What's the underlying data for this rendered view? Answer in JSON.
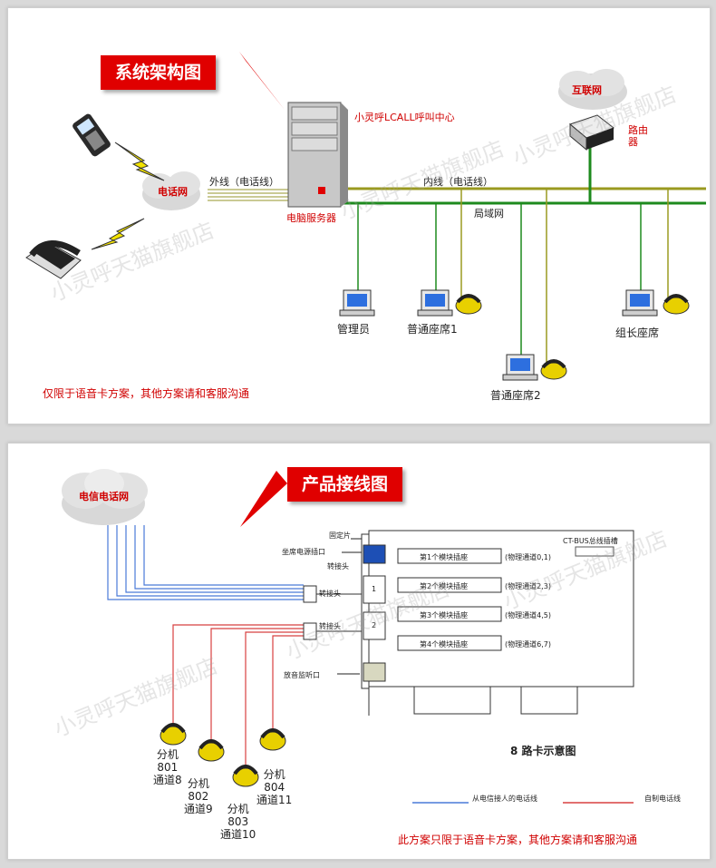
{
  "panel1": {
    "title": "系统架构图",
    "server_label": "小灵呼LCALL呼叫中心",
    "server_caption": "电脑服务器",
    "phone_network": "电话网",
    "internet": "互联网",
    "router": "路由\n器",
    "outer_line": "外线（电话线）",
    "inner_line": "内线（电话线）",
    "lan": "局域网",
    "admin": "管理员",
    "seat1": "普通座席1",
    "seat2": "普通座席2",
    "leader": "组长座席",
    "note": "仅限于语音卡方案，其他方案请和客服沟通",
    "watermark": "小灵呼天猫旗舰店"
  },
  "panel2": {
    "title": "产品接线图",
    "telecom_network": "电信电话网",
    "fixing_plate": "固定片",
    "power_socket": "坐席电源插口",
    "adapter_a": "转接头",
    "adapter_b": "转接头",
    "adapter_c": "转接头",
    "port1": "1",
    "port2": "2",
    "playback_port": "放音监听口",
    "ctbus": "CT-BUS总线插槽",
    "slots": [
      {
        "name": "第1个模块插座",
        "channel": "(物理通道0,1)"
      },
      {
        "name": "第2个模块插座",
        "channel": "(物理通道2,3)"
      },
      {
        "name": "第3个模块插座",
        "channel": "(物理通道4,5)"
      },
      {
        "name": "第4个模块插座",
        "channel": "(物理通道6,7)"
      }
    ],
    "card_caption": "8 路卡示意图",
    "ext801": [
      "分机",
      "801",
      "通道8"
    ],
    "ext802": [
      "分机",
      "802",
      "通道9"
    ],
    "ext803": [
      "分机",
      "803",
      "通道10"
    ],
    "ext804": [
      "分机",
      "804",
      "通道11"
    ],
    "legend_blue": "从电信接人的电话线",
    "legend_red": "自制电话线",
    "note": "此方案只限于语音卡方案，其他方案请和客服沟通",
    "watermark": "小灵呼天猫旗舰店"
  },
  "colors": {
    "accent_red": "#e00000",
    "green_line": "#1d8a1d",
    "olive_line": "#9a9a20",
    "blue_wire": "#4a7ad8",
    "red_wire": "#d84040"
  }
}
